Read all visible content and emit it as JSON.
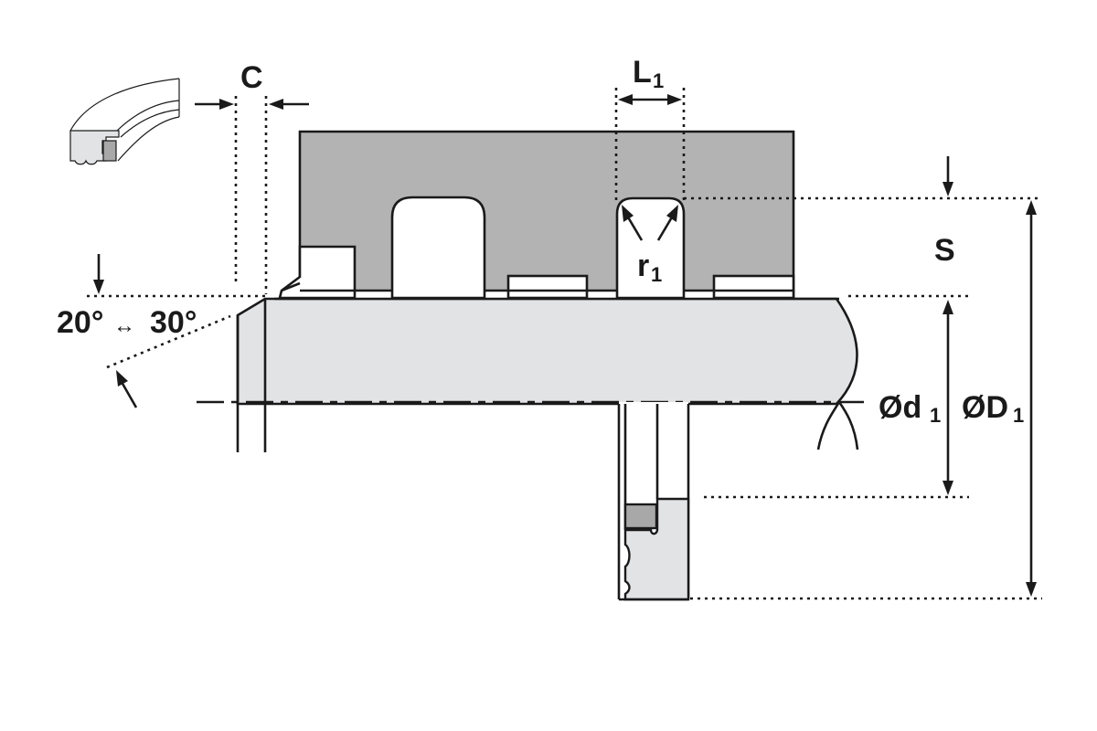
{
  "diagram": {
    "title": "Rod seal installation drawing (piston/rod groove cross-section)",
    "colors": {
      "housing": "#b3b3b3",
      "rod": "#e2e3e5",
      "seal_dark": "#a8a8a8",
      "line": "#1a1a1a",
      "background": "#ffffff"
    },
    "labels": {
      "chamfer_length": "C",
      "groove_width_main": "L",
      "groove_width_sub": "1",
      "radius_main": "r",
      "radius_sub": "1",
      "section": "S",
      "angle_min": "20°",
      "angle_arrow": "↔",
      "angle_max": "30°",
      "rod_diameter_prefix": "Ød",
      "rod_diameter_sub": "1",
      "groove_diameter_prefix": "ØD",
      "groove_diameter_sub": "1"
    },
    "components": [
      "seal-profile-thumbnail",
      "housing",
      "rod",
      "seal-groove",
      "auxiliary-grooves",
      "seal-cross-section",
      "centerline",
      "dimension-lines"
    ]
  }
}
